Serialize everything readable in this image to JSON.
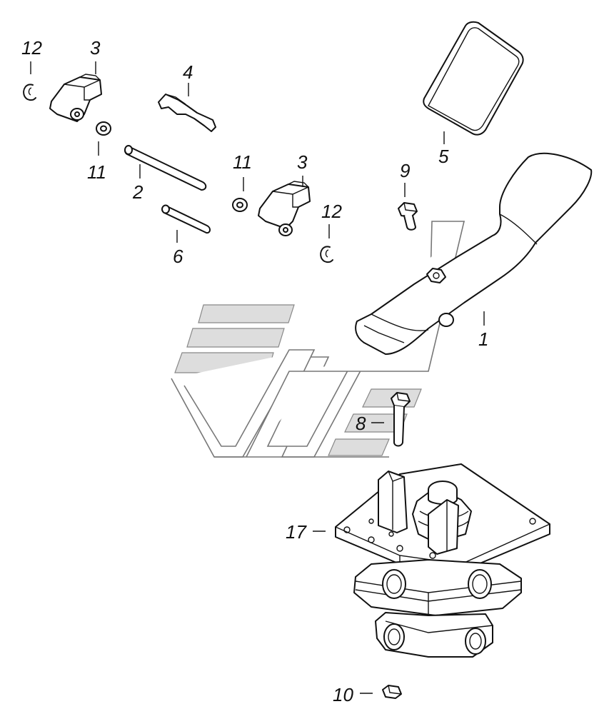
{
  "diagram": {
    "callouts": [
      {
        "id": "c12a",
        "text": "12"
      },
      {
        "id": "c3a",
        "text": "3"
      },
      {
        "id": "c4",
        "text": "4"
      },
      {
        "id": "c11a",
        "text": "11"
      },
      {
        "id": "c2",
        "text": "2"
      },
      {
        "id": "c6",
        "text": "6"
      },
      {
        "id": "c11b",
        "text": "11"
      },
      {
        "id": "c3b",
        "text": "3"
      },
      {
        "id": "c12b",
        "text": "12"
      },
      {
        "id": "c9",
        "text": "9"
      },
      {
        "id": "c5",
        "text": "5"
      },
      {
        "id": "c1",
        "text": "1"
      },
      {
        "id": "c8",
        "text": "8"
      },
      {
        "id": "c17",
        "text": "17"
      },
      {
        "id": "c10",
        "text": "10"
      }
    ]
  }
}
